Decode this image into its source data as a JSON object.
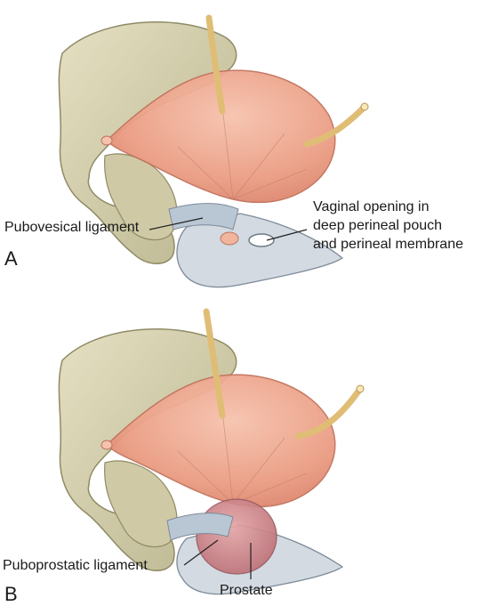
{
  "panels": [
    {
      "letter": "A",
      "labels": {
        "ligament": "Pubovesical ligament",
        "opening_lines": [
          "Vaginal opening in",
          "deep perineal pouch",
          "and perineal membrane"
        ]
      }
    },
    {
      "letter": "B",
      "labels": {
        "ligament": "Puboprostatic ligament",
        "organ": "Prostate"
      }
    }
  ],
  "colors": {
    "bone": "#d9d5b3",
    "bone_shadow": "#a8a47e",
    "bladder": "#e8957c",
    "bladder_light": "#f3b9a4",
    "ureter": "#e2c27a",
    "membrane": "#c9d3db",
    "ligament": "#b7c4d3",
    "prostate": "#d08a8e"
  }
}
